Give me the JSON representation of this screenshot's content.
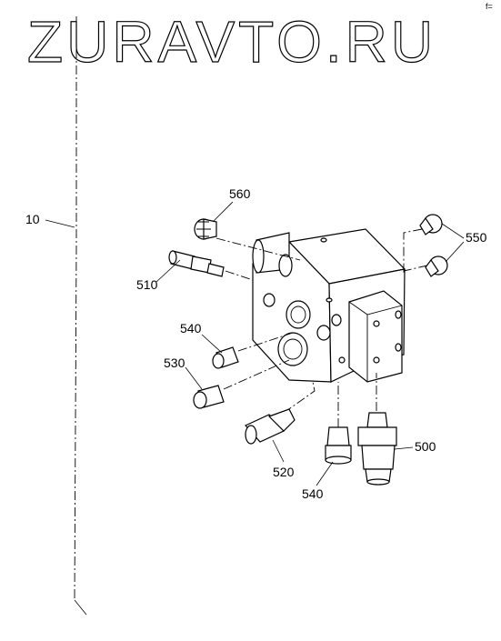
{
  "watermark": {
    "text": "ZURAVTO.RU"
  },
  "corner_mark": "f=",
  "callouts": [
    {
      "id": "10",
      "label": "10"
    },
    {
      "id": "560",
      "label": "560"
    },
    {
      "id": "550",
      "label": "550"
    },
    {
      "id": "510",
      "label": "510"
    },
    {
      "id": "540a",
      "label": "540"
    },
    {
      "id": "530",
      "label": "530"
    },
    {
      "id": "520",
      "label": "520"
    },
    {
      "id": "540b",
      "label": "540"
    },
    {
      "id": "500",
      "label": "500"
    }
  ]
}
